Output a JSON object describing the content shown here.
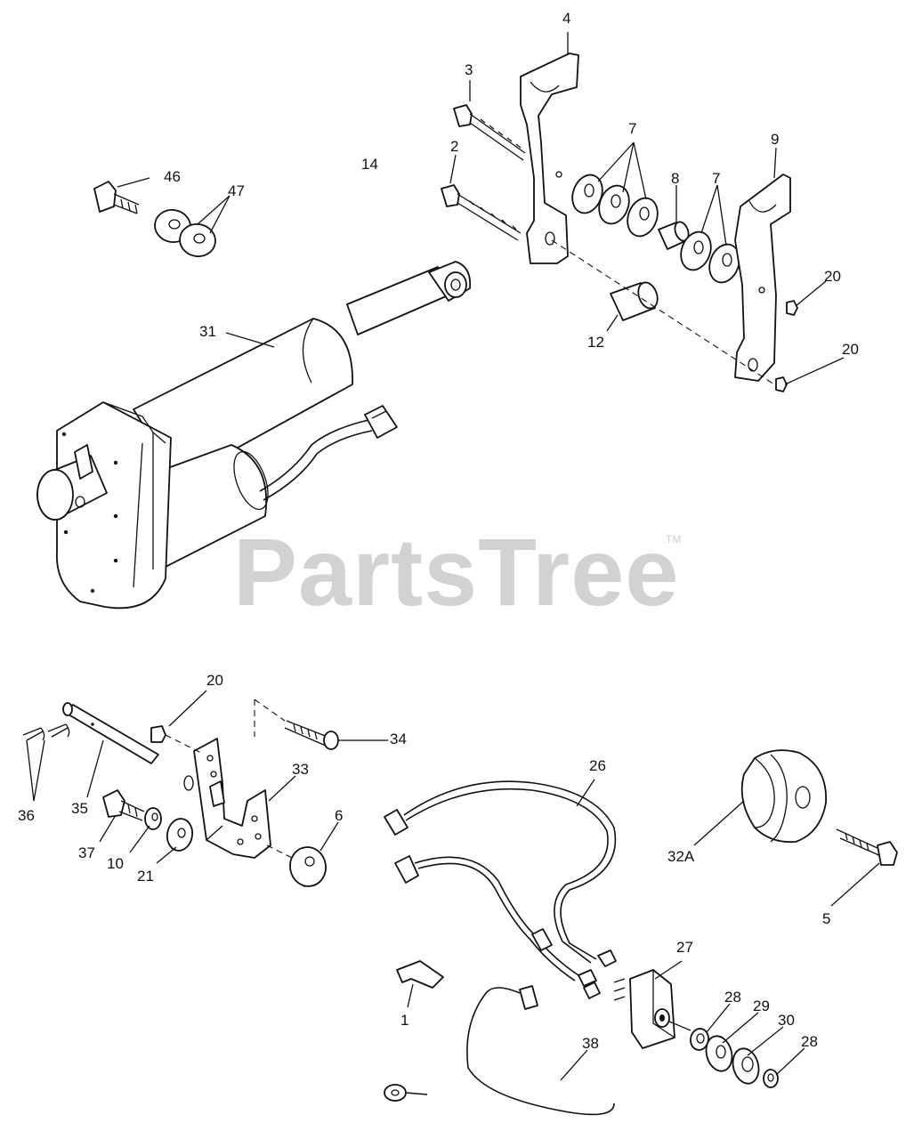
{
  "watermark": {
    "text": "PartsTree",
    "trademark": "TM"
  },
  "callouts": {
    "c4": "4",
    "c3": "3",
    "c2": "2",
    "c14": "14",
    "c7a": "7",
    "c7b": "7",
    "c8": "8",
    "c9": "9",
    "c46": "46",
    "c47": "47",
    "c20a": "20",
    "c20b": "20",
    "c12": "12",
    "c31": "31",
    "c20c": "20",
    "c34": "34",
    "c33": "33",
    "c6": "6",
    "c36": "36",
    "c35": "35",
    "c37": "37",
    "c10": "10",
    "c21": "21",
    "c26": "26",
    "c32a": "32A",
    "c5": "5",
    "c27": "27",
    "c28a": "28",
    "c29": "29",
    "c30": "30",
    "c28b": "28",
    "c1": "1",
    "c38": "38"
  }
}
